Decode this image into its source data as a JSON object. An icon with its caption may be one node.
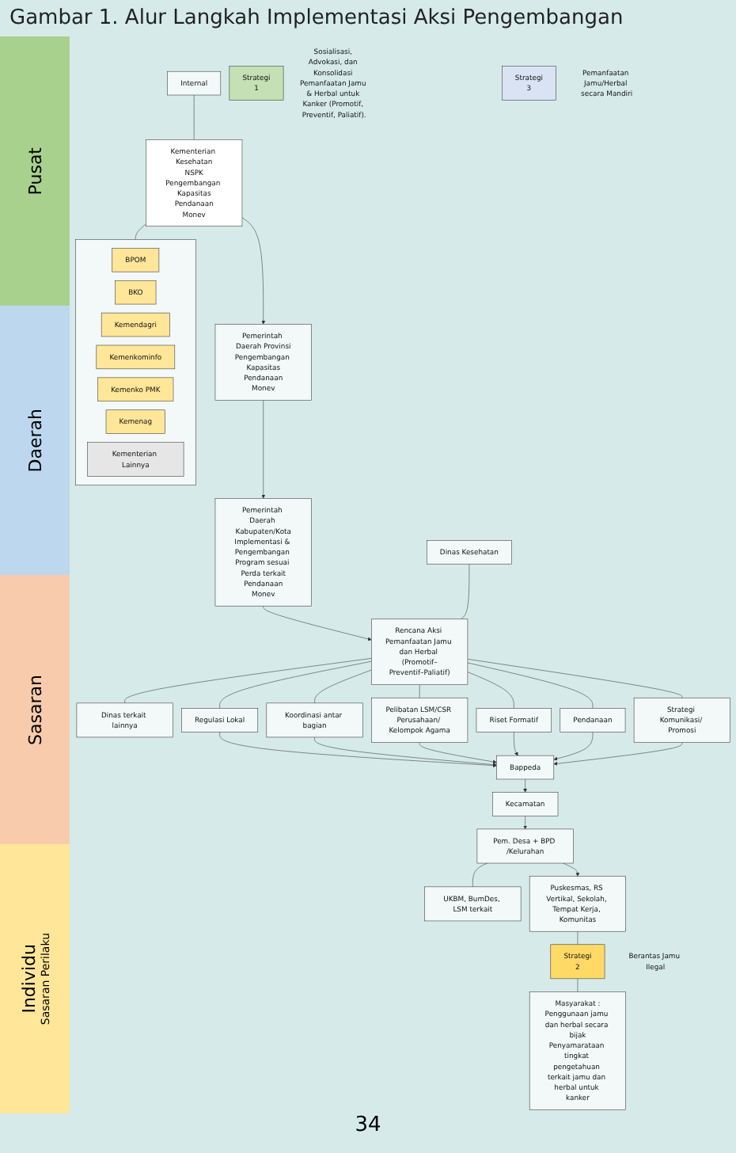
{
  "diagram": {
    "title": "Gambar 1. Alur Langkah Implementasi Aksi Pengembangan",
    "nodes": [
      {
        "text": [
          "Internal"
        ]
      },
      {
        "text": [
          "Kementerian Kesehatan",
          "NSPK",
          "Pengembangan Kapasitas",
          "Pendanaan",
          "Monev"
        ]
      },
      {
        "text": [],
        "shape": "box"
      },
      {
        "text": [
          "BPOM"
        ],
        "in": 2
      },
      {
        "text": [
          "BKO"
        ],
        "in": 2
      },
      {
        "text": [
          "Kemendagri"
        ],
        "in": 2
      },
      {
        "text": [
          "Kemenkominfo"
        ],
        "in": 2
      },
      {
        "text": [
          "Kemenko PMK"
        ],
        "in": 2
      },
      {
        "text": [
          "Kemenag"
        ],
        "in": 2
      },
      {
        "text": [
          "Kementerian Lainnya"
        ],
        "in": 2
      },
      {
        "text": [
          "Pemerintah Daerah Provinsi",
          "Pengembangan Kapasitas",
          "Pendanaan",
          "Monev"
        ]
      },
      {
        "text": [
          "Pemerintah Daerah Kabupaten/Kota",
          "Implementasi & Pengembangan Program sesuai Perda terkait",
          "Pendanaan",
          "Monev"
        ]
      },
      {
        "text": [
          "Strategi",
          "1"
        ],
        "beside": [
          "Sosialisasi, Advokasi, dan Konsolidasi Pemanfaatan Jamu & Herbal untuk Kanker (Promotif, Preventif, Paliatif)."
        ]
      },
      {
        "text": [
          "Dinas Kesehatan"
        ]
      },
      {
        "text": [
          "Rencana Aksi Pemanfaatan Jamu dan Herbal (Promotif–Preventif–Paliatif)"
        ]
      },
      {
        "text": [
          "Dinas terkait lainnya"
        ]
      },
      {
        "text": [
          "Regulasi Lokal"
        ]
      },
      {
        "text": [
          "Koordinasi antar bagian"
        ]
      },
      {
        "text": [
          "Pelibatan LSM/CSR Perusahaan/ Kelompok Agama"
        ]
      },
      {
        "text": [
          "Riset Formatif"
        ]
      },
      {
        "text": [
          "Pendanaan"
        ]
      },
      {
        "text": [
          "Strategi Komunikasi/ Promosi"
        ]
      },
      {
        "text": [
          "Bappeda"
        ]
      },
      {
        "text": [
          "Kecamatan"
        ]
      },
      {
        "text": [
          "Pem. Desa + BPD /Kelurahan"
        ]
      },
      {
        "text": [
          "UKBM, BumDes, LSM terkait"
        ]
      },
      {
        "text": [
          "Puskesmas, RS Vertikal, Sekolah, Tempat Kerja, Komunitas"
        ]
      },
      {
        "text": [
          "Strategi",
          "2"
        ],
        "beside": [
          "Berantas Jamu Ilegal"
        ]
      },
      {
        "text": [
          "Strategi",
          "3"
        ],
        "beside": [
          "Pemanfaatan Jamu/Herbal secara Mandiri"
        ]
      },
      {
        "text": [
          "Masyarakat :",
          "Penggunaan jamu dan herbal secara bijak",
          "Penyamarataan tingkat pengetahuan terkait jamu dan herbal untuk kanker"
        ]
      }
    ],
    "edges": [
      {
        "from": 0,
        "to": 1,
        "arrow": "none"
      },
      {
        "from": 1,
        "to": 2,
        "arrow": "none"
      },
      {
        "from": 1,
        "to": 10,
        "arrow": "to"
      },
      {
        "from": 10,
        "to": 11,
        "arrow": "to"
      },
      {
        "from": 11,
        "to": 14,
        "arrow": "to"
      },
      {
        "from": 13,
        "to": 14,
        "arrow": "none"
      },
      {
        "from": 14,
        "to": 15,
        "arrow": "none"
      },
      {
        "from": 14,
        "to": 16,
        "arrow": "none"
      },
      {
        "from": 14,
        "to": 17,
        "arrow": "none"
      },
      {
        "from": 14,
        "to": 18,
        "arrow": "none"
      },
      {
        "from": 14,
        "to": 19,
        "arrow": "none"
      },
      {
        "from": 14,
        "to": 20,
        "arrow": "none"
      },
      {
        "from": 14,
        "to": 21,
        "arrow": "none"
      },
      {
        "from": 16,
        "to": 22,
        "arrow": "to"
      },
      {
        "from": 17,
        "to": 22,
        "arrow": "to"
      },
      {
        "from": 18,
        "to": 22,
        "arrow": "to"
      },
      {
        "from": 19,
        "to": 22,
        "arrow": "to"
      },
      {
        "from": 20,
        "to": 22,
        "arrow": "to"
      },
      {
        "from": 21,
        "to": 22,
        "arrow": "to"
      },
      {
        "from": 22,
        "to": 23,
        "arrow": "to"
      },
      {
        "from": 23,
        "to": 24,
        "arrow": "to"
      },
      {
        "from": 24,
        "to": 25,
        "arrow": "none"
      },
      {
        "from": 24,
        "to": 26,
        "arrow": "to"
      },
      {
        "from": 26,
        "to": 27,
        "arrow": "none"
      },
      {
        "from": 27,
        "to": 29,
        "arrow": "none"
      }
    ],
    "labels": [
      "Pusat",
      "Daerah",
      "Sasaran",
      "Individu",
      "Sasaran Perilaku",
      "34"
    ]
  }
}
